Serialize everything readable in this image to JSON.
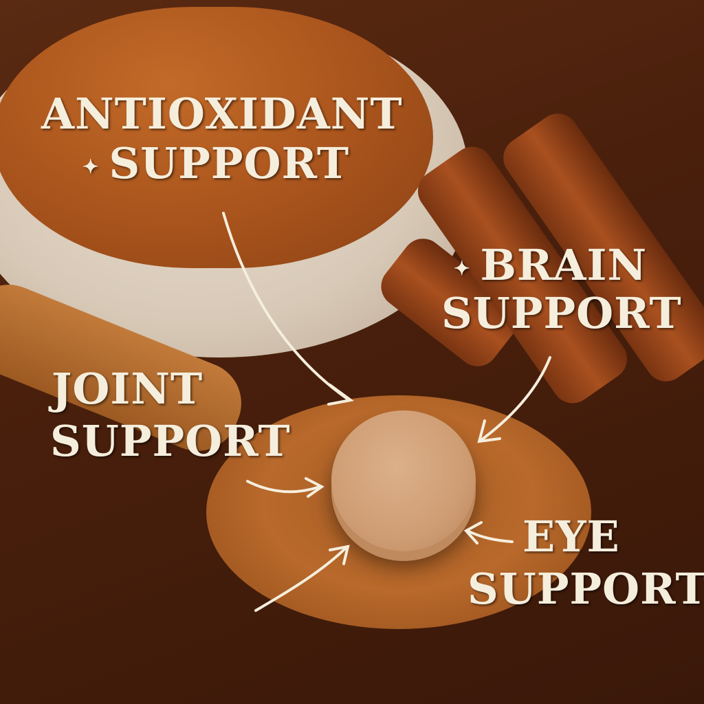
{
  "image": {
    "description": "Cinnamon powder in a bowl, cinnamon sticks, and a tablet on a wooden spoon with benefit labels",
    "background_color": "#4a200c",
    "text_color": "#f6eedd"
  },
  "labels": {
    "antioxidant": {
      "line1": "ANTIOXIDANT",
      "line2": "SUPPORT",
      "sparkle": "✦"
    },
    "brain": {
      "line1": "BRAIN",
      "line2": "SUPPORT",
      "sparkle": "✦"
    },
    "joint": {
      "line1": "JOINT",
      "line2": "SUPPORT"
    },
    "eye": {
      "line1": "EYE",
      "line2": "SUPPORT"
    }
  },
  "objects": [
    "cinnamon-powder-bowl",
    "cinnamon-sticks",
    "wooden-spoon",
    "cinnamon-tablet"
  ]
}
